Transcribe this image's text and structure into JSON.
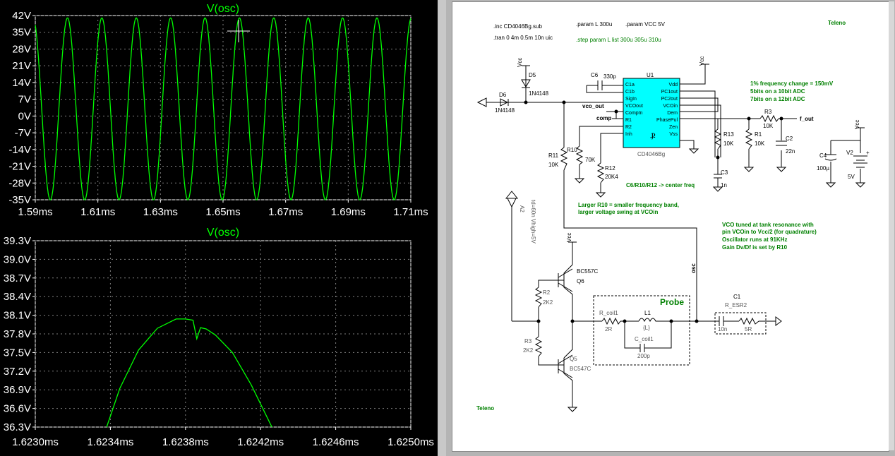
{
  "plots": {
    "chart_data": [
      {
        "type": "line",
        "title": "V(osc)",
        "xlim": [
          1.59,
          1.71
        ],
        "ylim": [
          -35,
          42
        ],
        "x_unit": "ms",
        "y_unit": "V",
        "x_ticks": [
          "1.59ms",
          "1.61ms",
          "1.63ms",
          "1.65ms",
          "1.67ms",
          "1.69ms",
          "1.71ms"
        ],
        "y_ticks": [
          "42V",
          "35V",
          "28V",
          "21V",
          "14V",
          "7V",
          "0V",
          "-7V",
          "-14V",
          "-21V",
          "-28V",
          "-35V"
        ],
        "series": [
          {
            "name": "V(osc)",
            "amplitude_v": 38,
            "offset_v": 3,
            "frequency_khz": 91,
            "color": "#00ff00"
          }
        ],
        "grid": true
      },
      {
        "type": "line",
        "title": "V(osc)",
        "xlim": [
          1.623,
          1.625
        ],
        "ylim": [
          36.3,
          39.3
        ],
        "x_unit": "ms",
        "y_unit": "V",
        "x_ticks": [
          "1.6230ms",
          "1.6234ms",
          "1.6238ms",
          "1.6242ms",
          "1.6246ms",
          "1.6250ms"
        ],
        "y_ticks": [
          "39.3V",
          "39.0V",
          "38.7V",
          "38.4V",
          "38.1V",
          "37.8V",
          "37.5V",
          "37.2V",
          "36.9V",
          "36.6V",
          "36.3V"
        ],
        "series": [
          {
            "name": "V(osc)",
            "color": "#00ff00",
            "x": [
              1.62338,
              1.62345,
              1.62355,
              1.62365,
              1.62375,
              1.6238,
              1.62384,
              1.62386,
              1.62388,
              1.62391,
              1.62396,
              1.62405,
              1.62415,
              1.62426
            ],
            "y": [
              36.3,
              36.92,
              37.54,
              37.89,
              38.04,
              38.04,
              38.02,
              37.72,
              37.9,
              37.88,
              37.78,
              37.5,
              36.98,
              36.3
            ]
          }
        ],
        "grid": true
      }
    ]
  },
  "schematic": {
    "directives": [
      ".inc CD4046Bg.sub",
      ".tran 0 4m 0.5m 10n uic",
      ".param L 300u",
      ".param VCC 5V",
      ".step param L list 300u 305u 310u"
    ],
    "brand": "Teleno",
    "notes_freq": [
      "1% frequency change = 150mV",
      "5bits on a 10bit ADC",
      "7bits on a 12bit ADC"
    ],
    "note_center": "C6/R10/R12 -> center freq",
    "note_r10": [
      "Larger R10 = smaller frequency band,",
      "larger voltage swing at VCOin"
    ],
    "note_vco": [
      "VCO tuned at tank resonance with",
      "pin VCOin to Vcc/2 (for quadrature)",
      "Oscillator runs at 91KHz",
      "Gain Dv/Df is set by R10"
    ],
    "probe_label": "Probe",
    "ic": {
      "ref": "U1",
      "name": "CD4046Bg",
      "pins_left": [
        "C1a",
        "C1b",
        "SigIn",
        "VCOout",
        "CompIn",
        "R1",
        "R2",
        "Inh"
      ],
      "pins_right": [
        "Vdd",
        "PC1out",
        "PC2out",
        "VCOin",
        "Dem",
        "PhasePul",
        "Zen",
        "Vss"
      ]
    },
    "nets": {
      "vco_out": "vco_out",
      "comp": "comp",
      "f_out": "f_out",
      "osc": "osc",
      "vcc": "Vcc"
    },
    "parts": {
      "D5": "D5",
      "D5v": "1N4148",
      "D6": "D6",
      "D6v": "1N4148",
      "C6": "C6",
      "C6v": "330p",
      "R13": "R13",
      "R13v": "10K",
      "R1": "R1",
      "R1v": "10K",
      "R3": "R3",
      "R3v": "10K",
      "C2": "C2",
      "C2v": "22n",
      "C3": "C3",
      "C3v": "1n",
      "C4": "C4",
      "C4v": "100µ",
      "V2": "V2",
      "V2v": "5V",
      "R11": "R11",
      "R11v": "10K",
      "R10": "R10",
      "R10v": "70K",
      "R12": "R12",
      "R12v": "20K4",
      "A2": "A2",
      "A2v": "td=60n Vhigh=5V",
      "Q6": "Q6",
      "Q6v": "BC557C",
      "Q5": "Q5",
      "Q5v": "BC547C",
      "R2": "R2",
      "R2v": "2K2",
      "R3b": "R3",
      "R3bv": "2K2",
      "Rcoil": "R_coil1",
      "Rcoilv": "2R",
      "L1": "L1",
      "L1v": "{L}",
      "Ccoil": "C_coil1",
      "Ccoilv": "200p",
      "C1": "C1",
      "C1v": "10n",
      "RESR": "R_ESR2",
      "RESRv": "5R"
    }
  }
}
